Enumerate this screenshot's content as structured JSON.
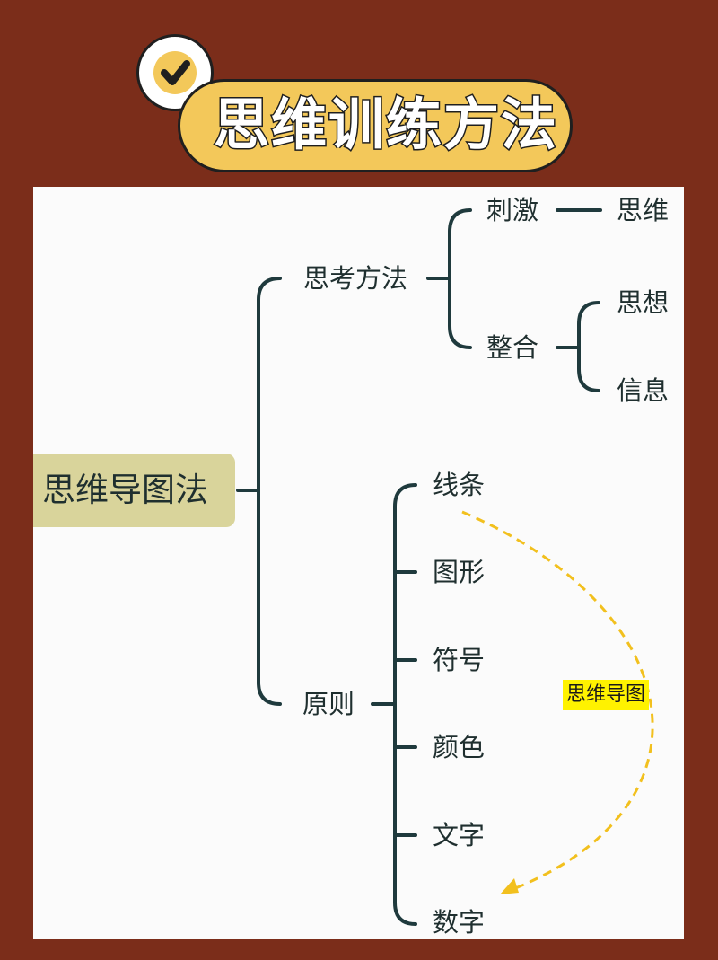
{
  "title": "思维训练方法",
  "badge_icon": "check-icon",
  "colors": {
    "background": "#7b2d1a",
    "title_pill": "#f3c85a",
    "root_box": "#d9d49b",
    "branch_line": "#1f3a3d",
    "arrow": "#f2c01e",
    "highlight": "#fff200"
  },
  "mindmap": {
    "root": "思维导图法",
    "thinking": {
      "label": "思考方法",
      "stimulus": {
        "label": "刺激",
        "child": "思维"
      },
      "integration": {
        "label": "整合",
        "children": [
          "思想",
          "信息"
        ]
      }
    },
    "principles": {
      "label": "原则",
      "items": [
        "线条",
        "图形",
        "符号",
        "颜色",
        "文字",
        "数字"
      ]
    },
    "annotation": "思维导图"
  }
}
